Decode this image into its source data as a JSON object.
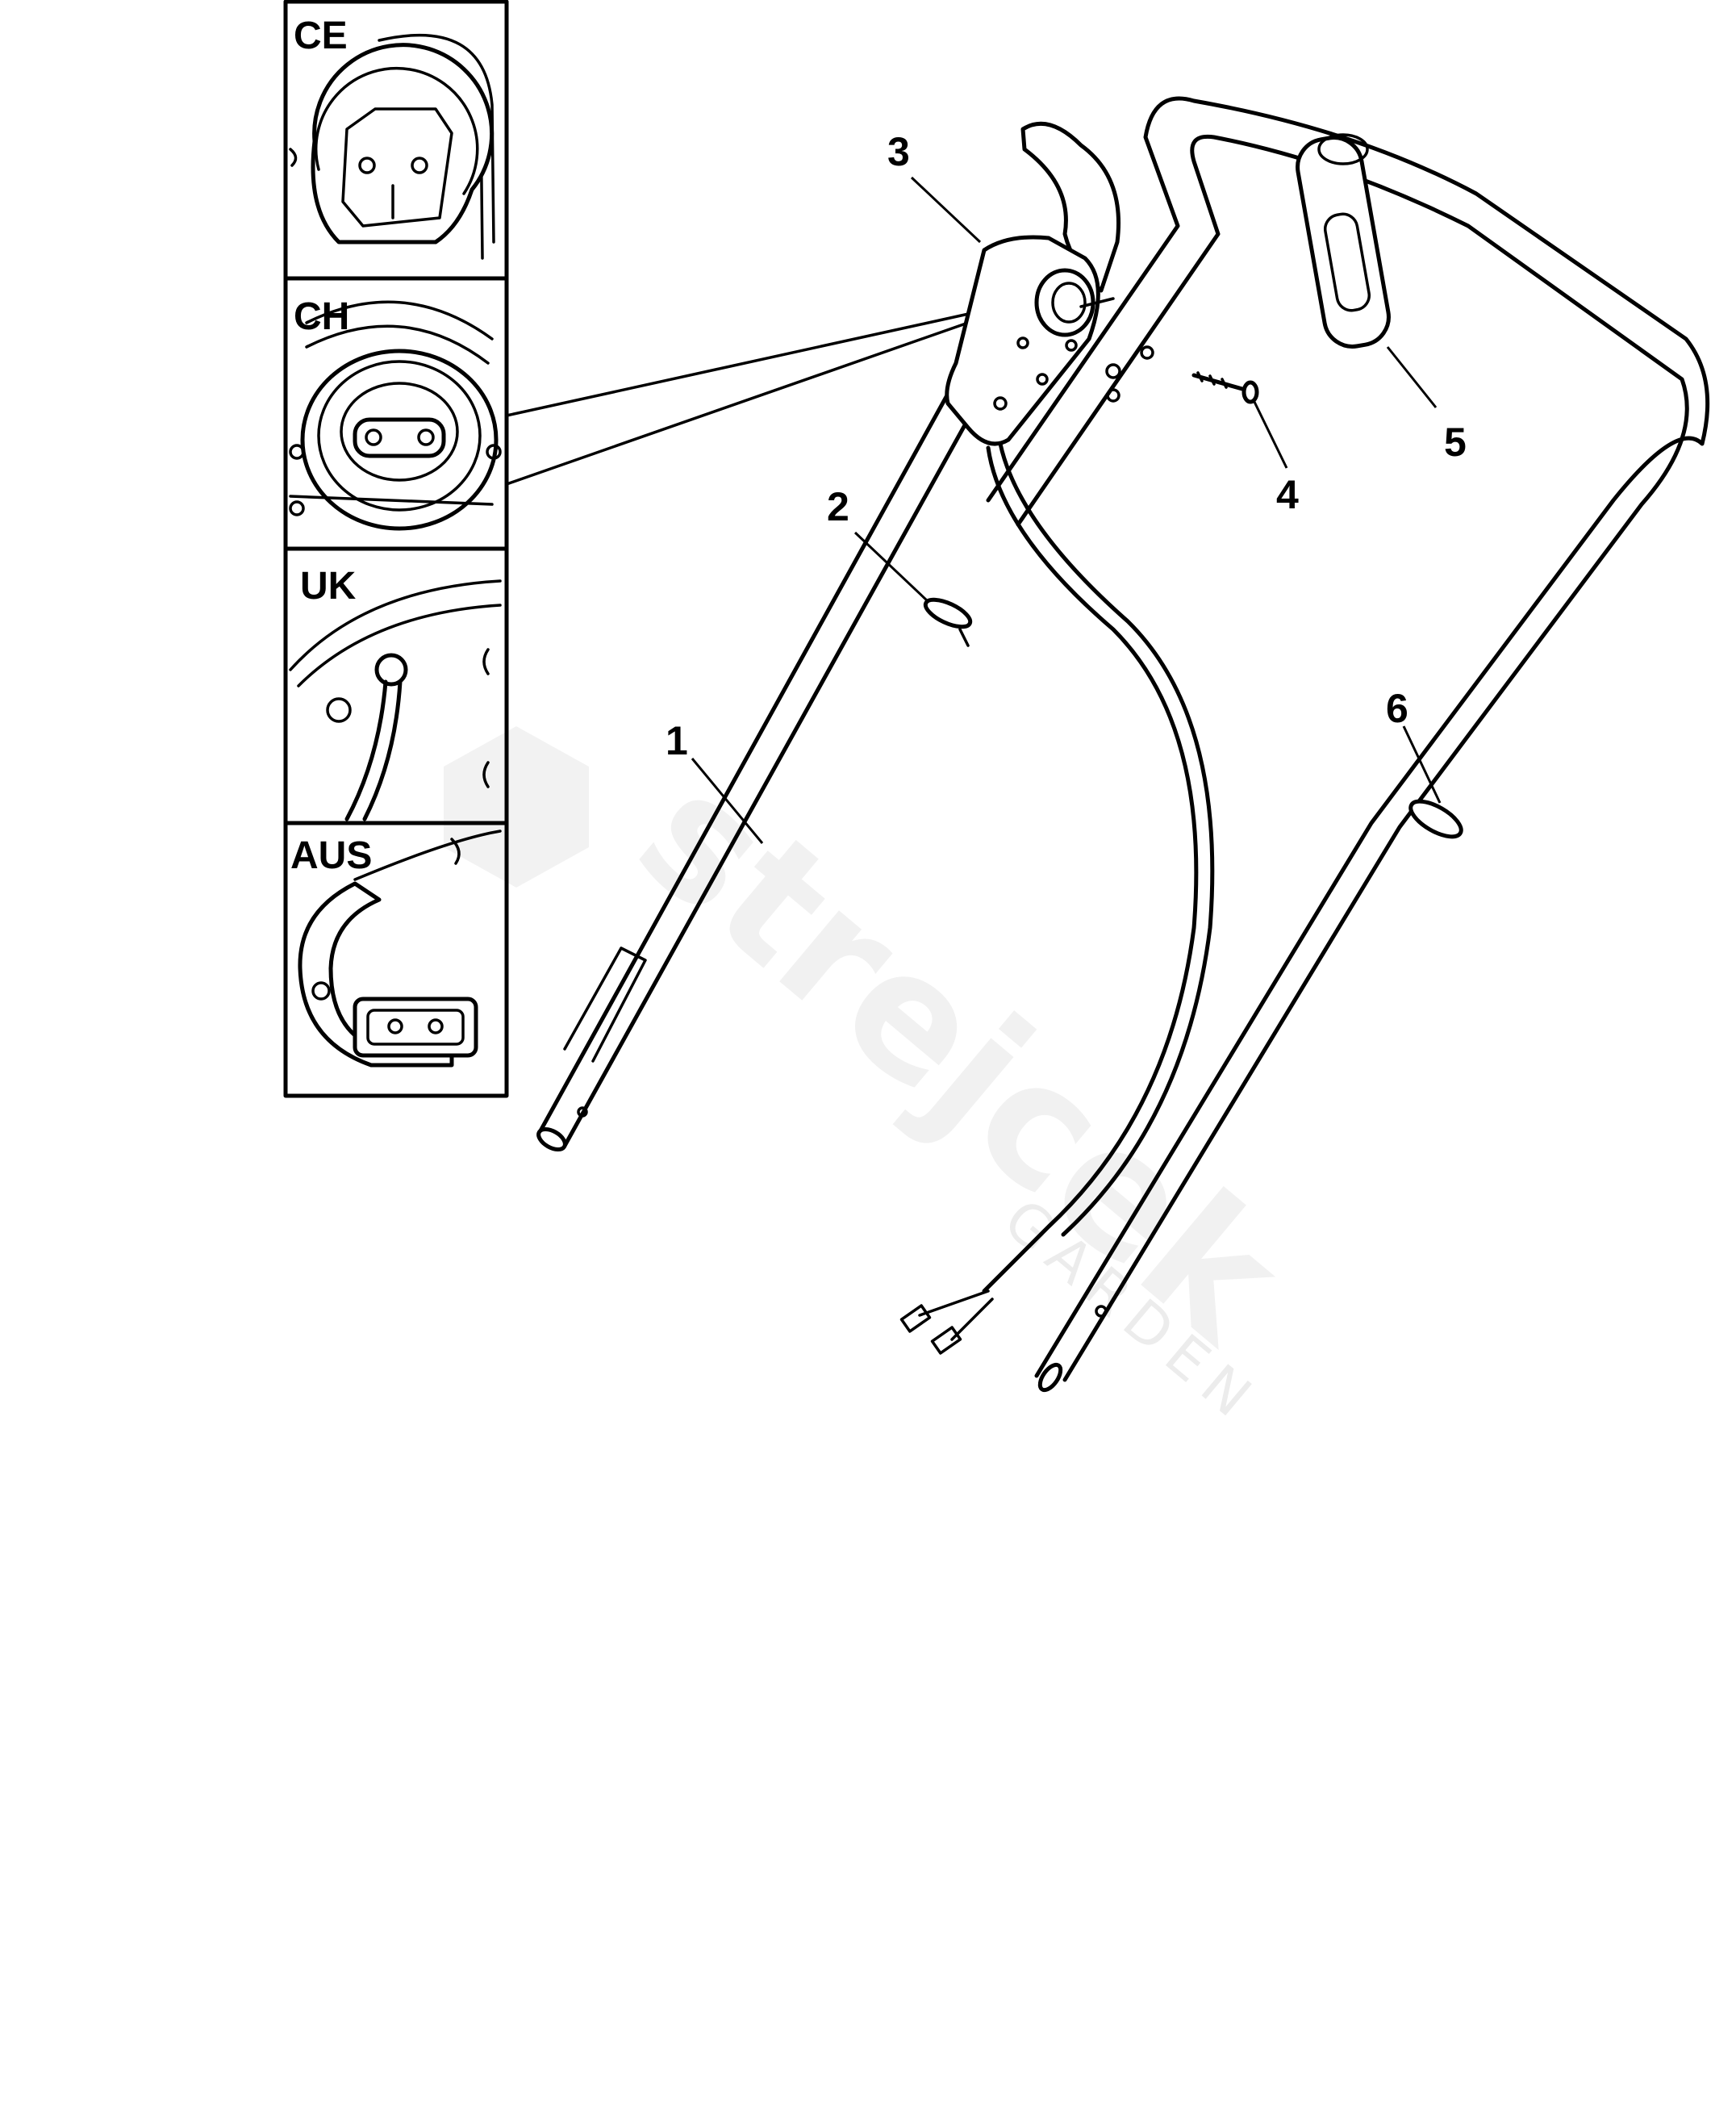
{
  "inset": {
    "regions": [
      {
        "code": "CE"
      },
      {
        "code": "CH"
      },
      {
        "code": "UK"
      },
      {
        "code": "AUS"
      }
    ]
  },
  "callouts": [
    {
      "number": "1"
    },
    {
      "number": "2"
    },
    {
      "number": "3"
    },
    {
      "number": "4"
    },
    {
      "number": "5"
    },
    {
      "number": "6"
    }
  ],
  "watermark": {
    "brand": "strejcek",
    "sub": "GARDEN"
  }
}
